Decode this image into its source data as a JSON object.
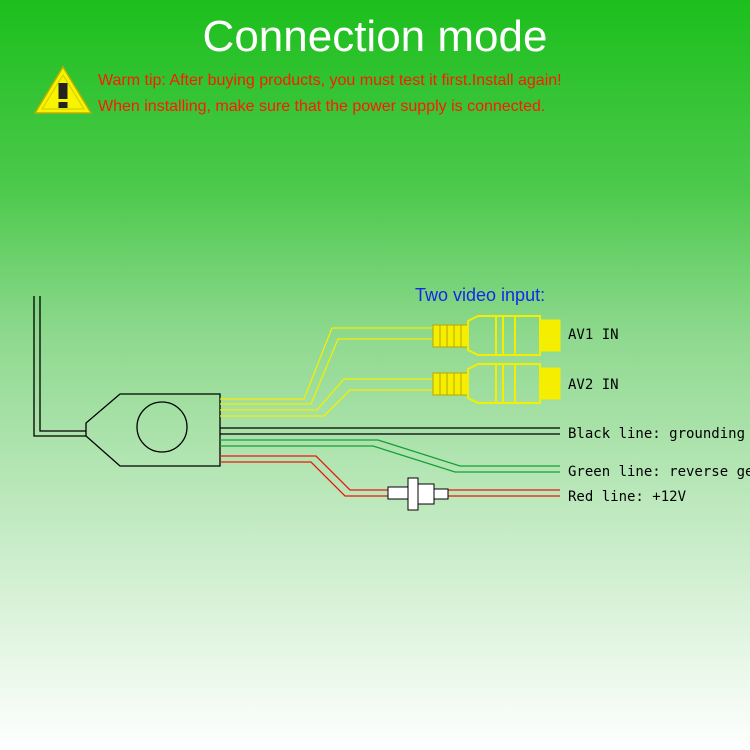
{
  "title": "Connection mode",
  "warning": {
    "icon": "warning-triangle-icon",
    "line1": "Warm tip: After buying products, you must test it first.Install again!",
    "line2": "When installing, make sure that the power supply is connected."
  },
  "diagram": {
    "heading": "Two video input:",
    "connectors": [
      {
        "label": "AV1 IN"
      },
      {
        "label": "AV2 IN"
      }
    ],
    "wires": [
      {
        "label": "Black line: grounding",
        "color": "#000000"
      },
      {
        "label": "Green line: reverse gear",
        "color": "#16a034"
      },
      {
        "label": "Red line: +12V",
        "color": "#e8190c"
      }
    ],
    "colors": {
      "video": "#f5ee00",
      "heading": "#1428e8",
      "warning_text": "#ff1a00"
    }
  }
}
